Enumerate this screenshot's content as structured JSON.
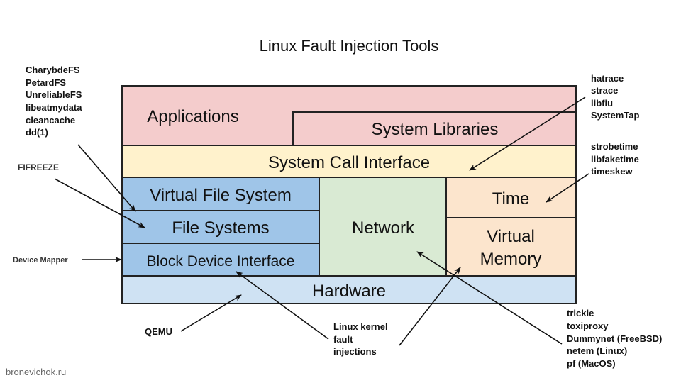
{
  "title": "Linux Fault Injection Tools",
  "colors": {
    "applications": "#f4cccc",
    "syscall": "#fff2cc",
    "filesystem": "#9fc5e8",
    "network": "#d9ead3",
    "time_memory": "#fce5cd",
    "hardware": "#cfe2f3"
  },
  "layers": {
    "applications": "Applications",
    "system_libraries": "System Libraries",
    "syscall": "System Call Interface",
    "vfs": "Virtual File System",
    "fs": "File Systems",
    "block": "Block Device Interface",
    "network": "Network",
    "time": "Time",
    "vm": [
      "Virtual",
      "Memory"
    ],
    "hardware": "Hardware"
  },
  "tools": {
    "fs_tools": [
      "CharybdeFS",
      "PetardFS",
      "UnreliableFS",
      "libeatmydata",
      "cleancache",
      "dd(1)"
    ],
    "fifreeze": "FIFREEZE",
    "device_mapper": "Device Mapper",
    "qemu": "QEMU",
    "kernel": [
      "Linux kernel",
      "fault",
      "injections"
    ],
    "syscall_tools": [
      "hatrace",
      "strace",
      "libfiu",
      "SystemTap"
    ],
    "time_tools": [
      "strobetime",
      "libfaketime",
      "timeskew"
    ],
    "network_tools": [
      "trickle",
      "toxiproxy",
      "Dummynet (FreeBSD)",
      "netem (Linux)",
      "pf (MacOS)"
    ]
  },
  "watermark": "bronevichok.ru"
}
